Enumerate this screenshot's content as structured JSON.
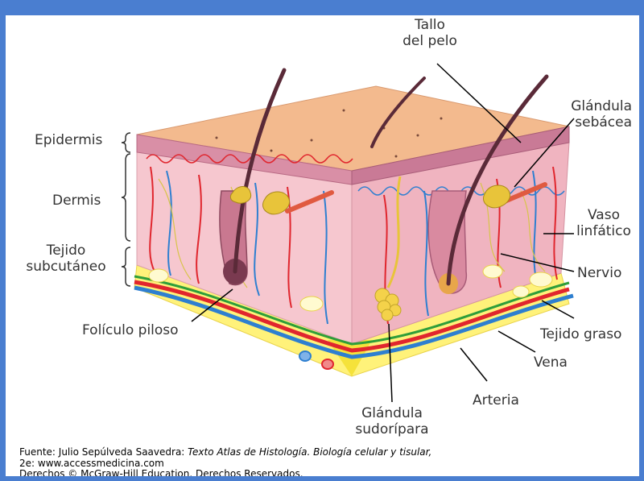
{
  "figure": {
    "labels": {
      "tallo_del_pelo": [
        "Tallo",
        "del pelo"
      ],
      "glandula_sebacea": [
        "Glándula",
        "sebácea"
      ],
      "epidermis": "Epidermis",
      "dermis": "Dermis",
      "tejido_subcutaneo": [
        "Tejido",
        "subcutáneo"
      ],
      "vaso_linfatico": [
        "Vaso",
        "linfático"
      ],
      "nervio": "Nervio",
      "foliculo_piloso": "Folículo piloso",
      "tejido_graso": "Tejido graso",
      "vena": "Vena",
      "arteria": "Arteria",
      "glandula_sudoripara": [
        "Glándula",
        "sudorípara"
      ]
    },
    "caption": {
      "source_prefix": "Fuente: Julio Sepúlveda Saavedra: ",
      "source_title": "Texto Atlas de Histología. Biología celular y tisular,",
      "edition_line": "2e: www.accessmedicina.com",
      "rights_line": "Derechos © McGraw-Hill Education. Derechos Reservados."
    },
    "colors": {
      "frame_border": "#4a7ed0",
      "epidermis_top": "#f2b98a",
      "dermis": "#f5c6cf",
      "fat": "#fff27a",
      "artery": "#e0262e",
      "vein": "#2e7fd0",
      "lymph": "#2e9e3a",
      "hair": "#5a2a38"
    }
  }
}
